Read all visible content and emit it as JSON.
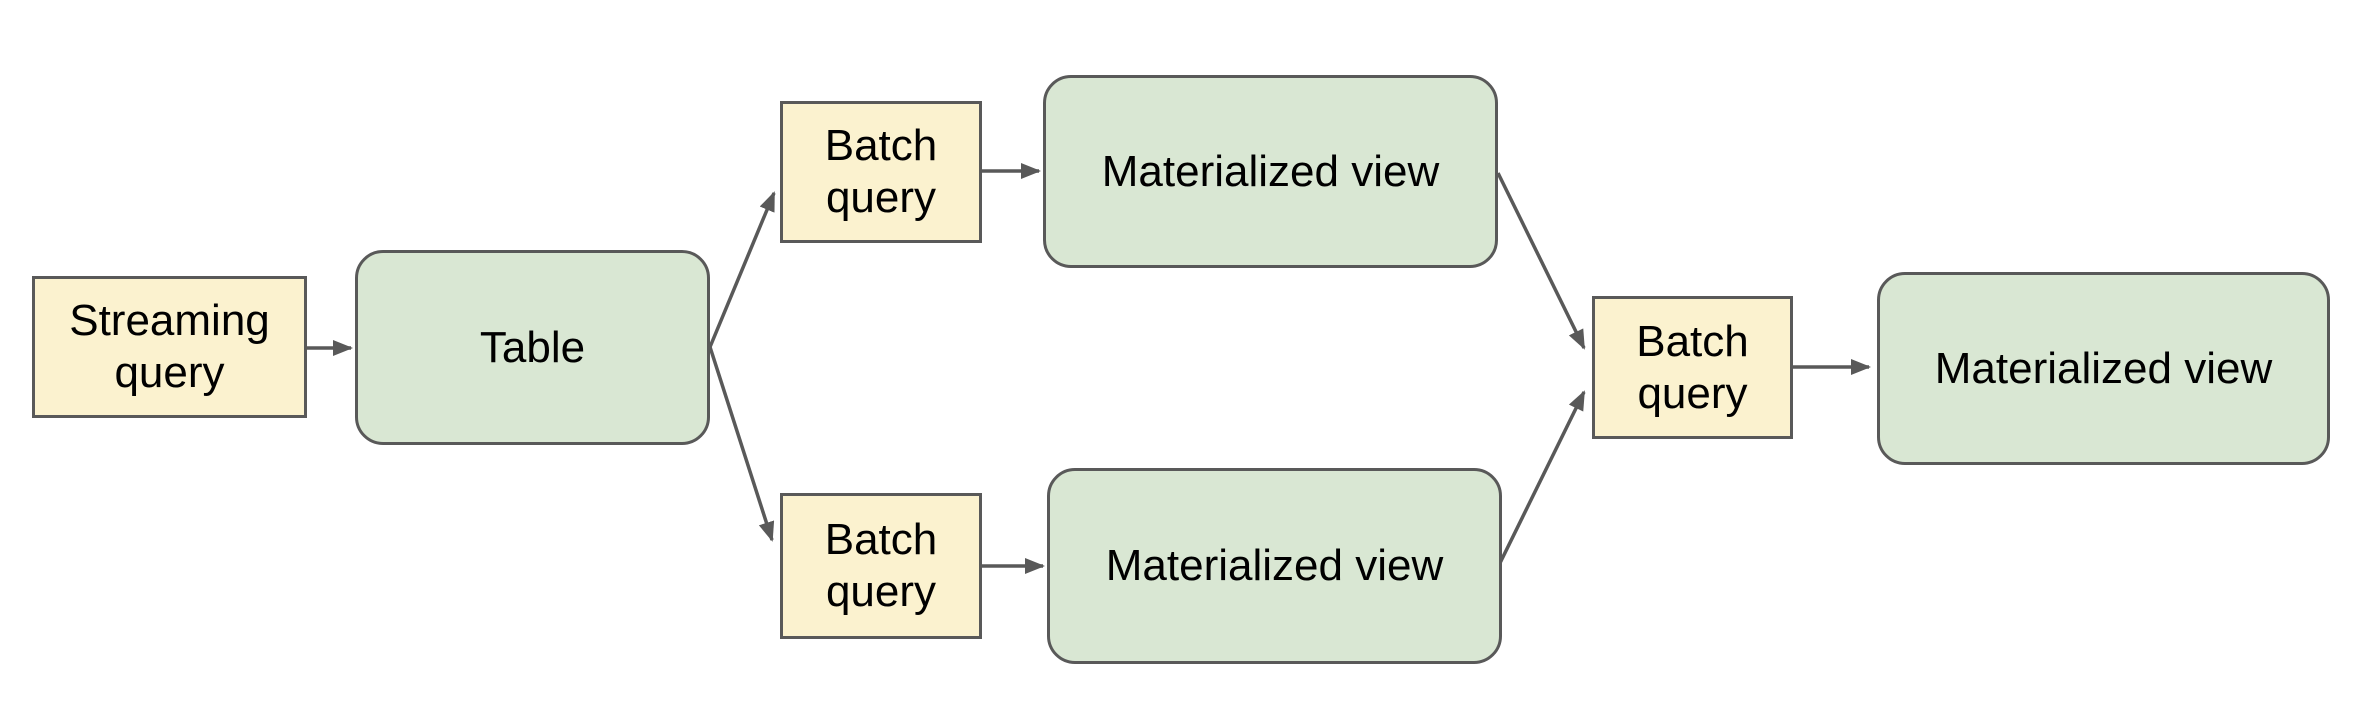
{
  "diagram": {
    "description": "Streaming query feeds a table; batch queries derive materialized views that are combined by a final batch query into a final materialized view",
    "colors": {
      "query_fill": "#FBF2CF",
      "entity_fill": "#D9E7D3",
      "stroke": "#595959",
      "text": "#000000",
      "background": "#FFFFFF"
    },
    "nodes": {
      "streaming_query": {
        "label": "Streaming query",
        "type": "query"
      },
      "table": {
        "label": "Table",
        "type": "entity"
      },
      "batch_query_top": {
        "label": "Batch query",
        "type": "query"
      },
      "materialized_view_top": {
        "label": "Materialized view",
        "type": "entity"
      },
      "batch_query_bottom": {
        "label": "Batch query",
        "type": "query"
      },
      "materialized_view_bottom": {
        "label": "Materialized view",
        "type": "entity"
      },
      "batch_query_final": {
        "label": "Batch query",
        "type": "query"
      },
      "materialized_view_final": {
        "label": "Materialized view",
        "type": "entity"
      }
    },
    "edges": [
      {
        "from": "streaming_query",
        "to": "table"
      },
      {
        "from": "table",
        "to": "batch_query_top"
      },
      {
        "from": "table",
        "to": "batch_query_bottom"
      },
      {
        "from": "batch_query_top",
        "to": "materialized_view_top"
      },
      {
        "from": "batch_query_bottom",
        "to": "materialized_view_bottom"
      },
      {
        "from": "materialized_view_top",
        "to": "batch_query_final"
      },
      {
        "from": "materialized_view_bottom",
        "to": "batch_query_final"
      },
      {
        "from": "batch_query_final",
        "to": "materialized_view_final"
      }
    ]
  }
}
